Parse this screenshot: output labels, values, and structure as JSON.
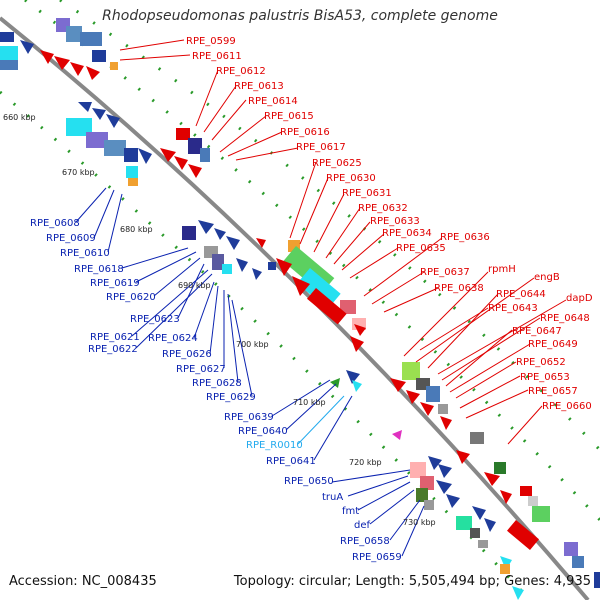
{
  "header": {
    "title": "Rhodopseudomonas palustris BisA53, complete genome"
  },
  "footer": {
    "accession": "Accession: NC_008435",
    "summary": "Topology: circular; Length: 5,505,494 bp; Genes: 4,935"
  },
  "ticks": [
    "660 kbp",
    "670 kbp",
    "680 kbp",
    "690 kbp",
    "700 kbp",
    "710 kbp",
    "720 kbp",
    "730 kbp"
  ],
  "forward_labels": [
    "RPE_0599",
    "RPE_0611",
    "RPE_0612",
    "RPE_0613",
    "RPE_0614",
    "RPE_0615",
    "RPE_0616",
    "RPE_0617",
    "RPE_0625",
    "RPE_0630",
    "RPE_0631",
    "RPE_0632",
    "RPE_0633",
    "RPE_0634",
    "RPE_0635",
    "RPE_0636",
    "RPE_0637",
    "rpmH",
    "engB",
    "RPE_0638",
    "RPE_0644",
    "dapD",
    "RPE_0643",
    "RPE_0648",
    "RPE_0647",
    "RPE_0649",
    "RPE_0652",
    "RPE_0653",
    "RPE_0657",
    "RPE_0660"
  ],
  "reverse_labels": [
    "RPE_0608",
    "RPE_0609",
    "RPE_0610",
    "RPE_0618",
    "RPE_0619",
    "RPE_0620",
    "RPE_0623",
    "RPE_0621",
    "RPE_0622",
    "RPE_0624",
    "RPE_0626",
    "RPE_0627",
    "RPE_0628",
    "RPE_0629",
    "RPE_0639",
    "RPE_0640",
    "RPE_R0010",
    "RPE_0641",
    "RPE_0650",
    "truA",
    "fmt",
    "def",
    "RPE_0658",
    "RPE_0659"
  ],
  "colors": {
    "forward": "#e00000",
    "reverse": "#0a22b0",
    "rna": "#22aaee",
    "backbone": "#888888"
  }
}
